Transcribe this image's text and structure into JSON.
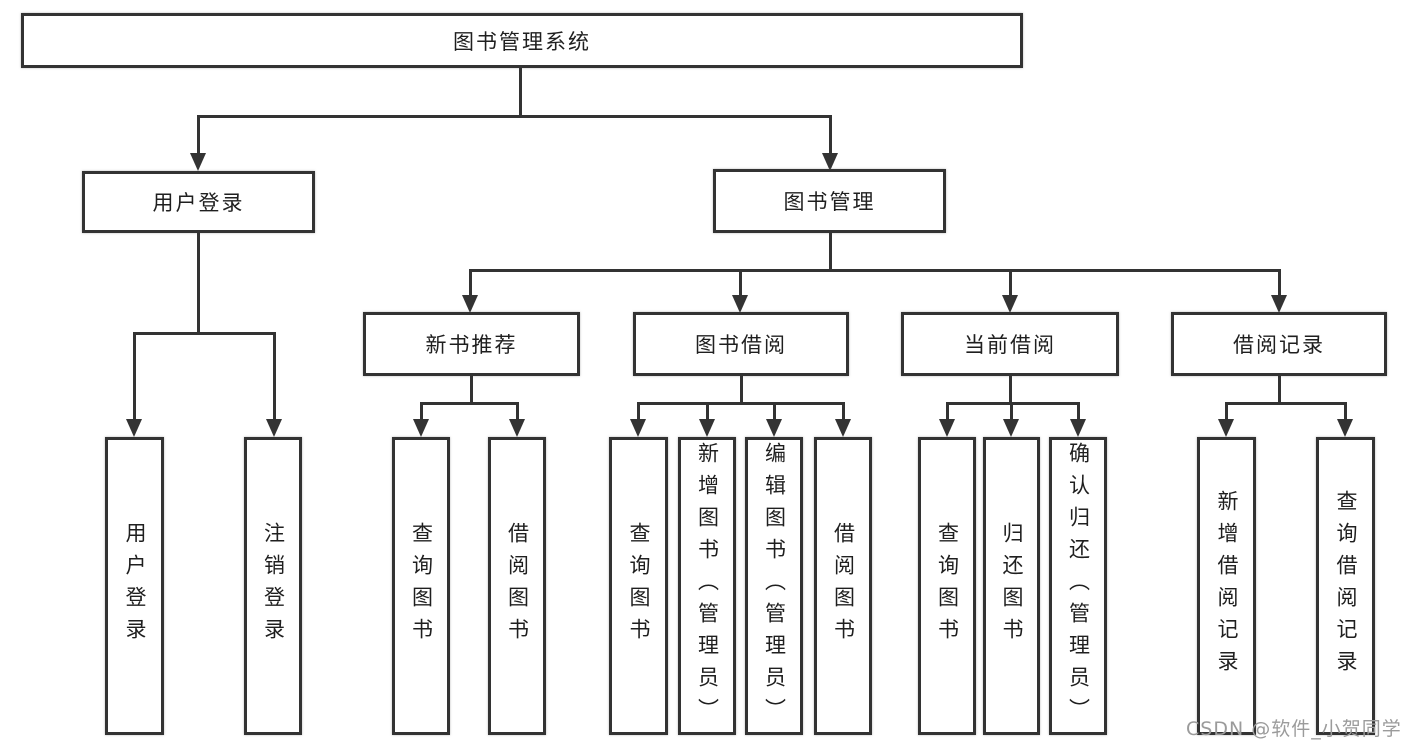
{
  "tree": {
    "root": {
      "label": "图书管理系统"
    },
    "level1": [
      {
        "label": "用户登录"
      },
      {
        "label": "图书管理"
      }
    ],
    "level2": [
      {
        "label": "新书推荐"
      },
      {
        "label": "图书借阅"
      },
      {
        "label": "当前借阅"
      },
      {
        "label": "借阅记录"
      }
    ],
    "leaves": {
      "user_login": [
        {
          "label": "用户登录"
        },
        {
          "label": "注销登录"
        }
      ],
      "new_book_recommend": [
        {
          "label": "查询图书"
        },
        {
          "label": "借阅图书"
        }
      ],
      "book_borrowing": [
        {
          "label": "查询图书"
        },
        {
          "label": "新增图书（管理员）"
        },
        {
          "label": "编辑图书（管理员）"
        },
        {
          "label": "借阅图书"
        }
      ],
      "current_borrowing": [
        {
          "label": "查询图书"
        },
        {
          "label": "归还图书"
        },
        {
          "label": "确认归还（管理员）"
        }
      ],
      "borrowing_records": [
        {
          "label": "新增借阅记录"
        },
        {
          "label": "查询借阅记录"
        }
      ]
    }
  },
  "watermark": {
    "text": "CSDN @软件_小贺同学"
  },
  "colors": {
    "line": "#333333",
    "box_border": "#333333",
    "text": "#1f1f1f",
    "watermark": "#9b9b9b",
    "background": "#ffffff"
  }
}
